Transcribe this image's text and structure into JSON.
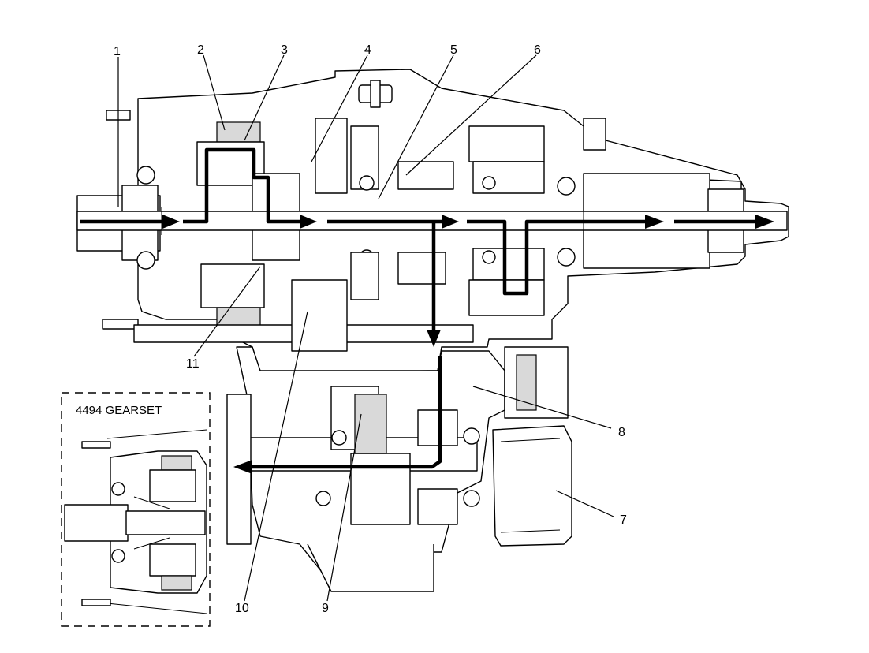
{
  "callouts": {
    "c1": "1",
    "c2": "2",
    "c3": "3",
    "c4": "4",
    "c5": "5",
    "c6": "6",
    "c7": "7",
    "c8": "8",
    "c9": "9",
    "c10": "10",
    "c11": "11"
  },
  "inset": {
    "title": "4494 GEARSET"
  },
  "colors": {
    "ink": "#000000",
    "background": "#ffffff",
    "fill_light": "#d9d9d9",
    "fill_mid": "#bdbdbd"
  }
}
